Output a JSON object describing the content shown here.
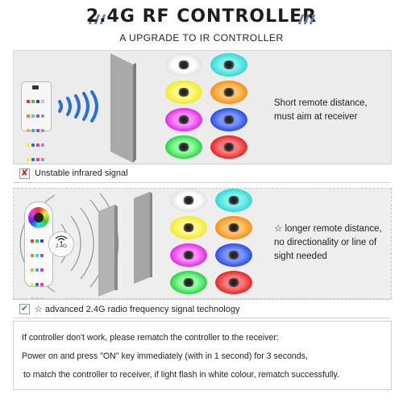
{
  "header": {
    "title": "2.4G RF CONTROLLER",
    "subtitle": "A UPGRADE TO IR CONTROLLER"
  },
  "ir_panel": {
    "description_line1": "Short remote distance,",
    "description_line2": "must aim at receiver",
    "footer_label": "Unstable infrared signal",
    "footer_mark": "✘",
    "footer_mark_color": "#cc1f1f",
    "strip_colors": [
      "#f4f4f4",
      "#38d6d0",
      "#f3ea2a",
      "#f39319",
      "#e02de0",
      "#2a4fe0",
      "#2fd24a",
      "#e62424"
    ]
  },
  "rf_panel": {
    "description_line1": "☆ longer remote distance,",
    "description_line2": "no directionality or line of",
    "description_line3": "sight needed",
    "badge_text": "2.4G",
    "footer_label": "☆ advanced 2.4G radio frequency signal technology",
    "footer_mark": "✔",
    "footer_mark_color": "#2e9a3a",
    "strip_colors": [
      "#f4f4f4",
      "#38d6d0",
      "#f3ea2a",
      "#f39319",
      "#e02de0",
      "#2a4fe0",
      "#2fd24a",
      "#e62424"
    ]
  },
  "note": {
    "line1": "If controller don't work, please rematch the controller to the receiver:",
    "line2": "Power on and press \"ON\" key immediately (with in 1 second) for 3 seconds,",
    "line3": "to match the controller to receiver, if light flash in white colour, rematch successfully."
  },
  "colors": {
    "accent": "#6d7fa3",
    "ir_waves": "#2a6fd6",
    "rf_waves": "#9a9a9a"
  }
}
